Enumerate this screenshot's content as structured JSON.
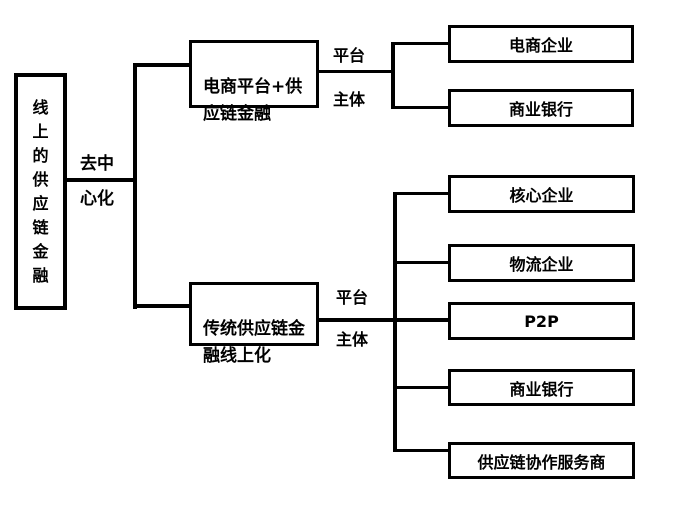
{
  "diagram": {
    "colors": {
      "line": "#000000",
      "background": "#ffffff",
      "text": "#000000"
    },
    "root_node": {
      "label": "线\n上\n的\n供\n应\n链\n金\n融",
      "label_plain": "线上的供应链金融"
    },
    "decentralize_label": "去中\n心化",
    "top_branch": {
      "node_label": "电商平台+供\n应链金融",
      "node_label_plain": "电商平台+供应链金融",
      "platform_label": "平台",
      "subject_label": "主体",
      "leaves": [
        {
          "label": "电商企业"
        },
        {
          "label": "商业银行"
        }
      ]
    },
    "bottom_branch": {
      "node_label": "传统供应链金\n融线上化",
      "node_label_plain": "传统供应链金融线上化",
      "platform_label": "平台",
      "subject_label": "主体",
      "leaves": [
        {
          "label": "核心企业"
        },
        {
          "label": "物流企业"
        },
        {
          "label": "P2P"
        },
        {
          "label": "商业银行"
        },
        {
          "label": "供应链协作服务商"
        }
      ]
    }
  }
}
